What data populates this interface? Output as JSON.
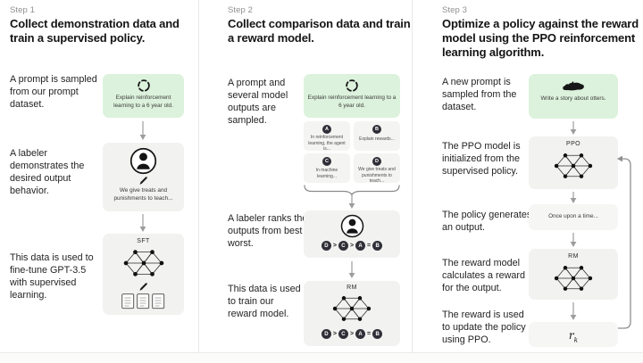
{
  "diagram": {
    "columns": [
      {
        "step_label": "Step 1",
        "title": "Collect demonstration data and train a supervised policy.",
        "label_prompt": "A prompt is sampled from our prompt dataset.",
        "label_labeler": "A labeler demonstrates the desired output behavior.",
        "label_finetune": "This data is used to fine-tune GPT-3.5 with supervised learning.",
        "prompt_box_text": "Explain reinforcement learning to a 6 year old.",
        "labeler_box_text": "We give treats and punishments to teach...",
        "model_title": "SFT"
      },
      {
        "step_label": "Step 2",
        "title": "Collect comparison data and train a reward model.",
        "label_sample": "A prompt and several model outputs are sampled.",
        "label_rank": "A labeler ranks the outputs from best to worst.",
        "label_train": "This data is used to train our reward model.",
        "prompt_box_text": "Explain reinforcement learning to a 6 year old.",
        "outputs": [
          {
            "letter": "A",
            "text": "In reinforcement learning, the agent is..."
          },
          {
            "letter": "B",
            "text": "Explain rewards..."
          },
          {
            "letter": "C",
            "text": "In machine learning..."
          },
          {
            "letter": "D",
            "text": "We give treats and punishments to teach..."
          }
        ],
        "ranking": {
          "items": [
            "D",
            "C",
            "A",
            "B"
          ],
          "separators": [
            ">",
            ">",
            "="
          ]
        },
        "model_title": "RM"
      },
      {
        "step_label": "Step 3",
        "title": "Optimize a policy against the reward model using the PPO reinforcement learning algorithm.",
        "label_prompt": "A new prompt is sampled from the dataset.",
        "label_init": "The PPO model is initialized from the supervised policy.",
        "label_output": "The policy generates an output.",
        "label_reward": "The reward model calculates a reward for the output.",
        "label_update": "The reward is used to update the policy using PPO.",
        "prompt_box_text": "Write a story about otters.",
        "ppo_title": "PPO",
        "output_box_text": "Once upon a time...",
        "rm_title": "RM",
        "reward_var": "r",
        "reward_var_sub": "k"
      }
    ],
    "colors": {
      "prompt_box_bg": "#dcf2dc",
      "model_box_bg": "#f2f2f0",
      "light_box_bg": "#f6f6f4",
      "rank_circle_bg": "#2f2f38",
      "arrow": "#9c9c9c"
    }
  }
}
